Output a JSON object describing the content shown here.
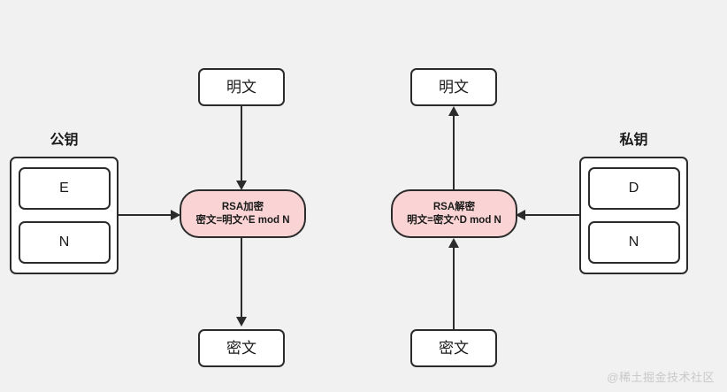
{
  "diagram": {
    "background_color": "#f1f1f1",
    "stroke_color": "#2b2b2b",
    "process_fill_color": "#fad4d4",
    "node_fill_color": "#ffffff",
    "watermark": "@稀土掘金技术社区"
  },
  "encrypt_flow": {
    "plaintext_label": "明文",
    "ciphertext_label": "密文",
    "key_title": "公钥",
    "key_slots": [
      "E",
      "N"
    ],
    "process": {
      "title": "RSA加密",
      "formula": "密文=明文^E mod N"
    }
  },
  "decrypt_flow": {
    "plaintext_label": "明文",
    "ciphertext_label": "密文",
    "key_title": "私钥",
    "key_slots": [
      "D",
      "N"
    ],
    "process": {
      "title": "RSA解密",
      "formula": "明文=密文^D mod N"
    }
  }
}
